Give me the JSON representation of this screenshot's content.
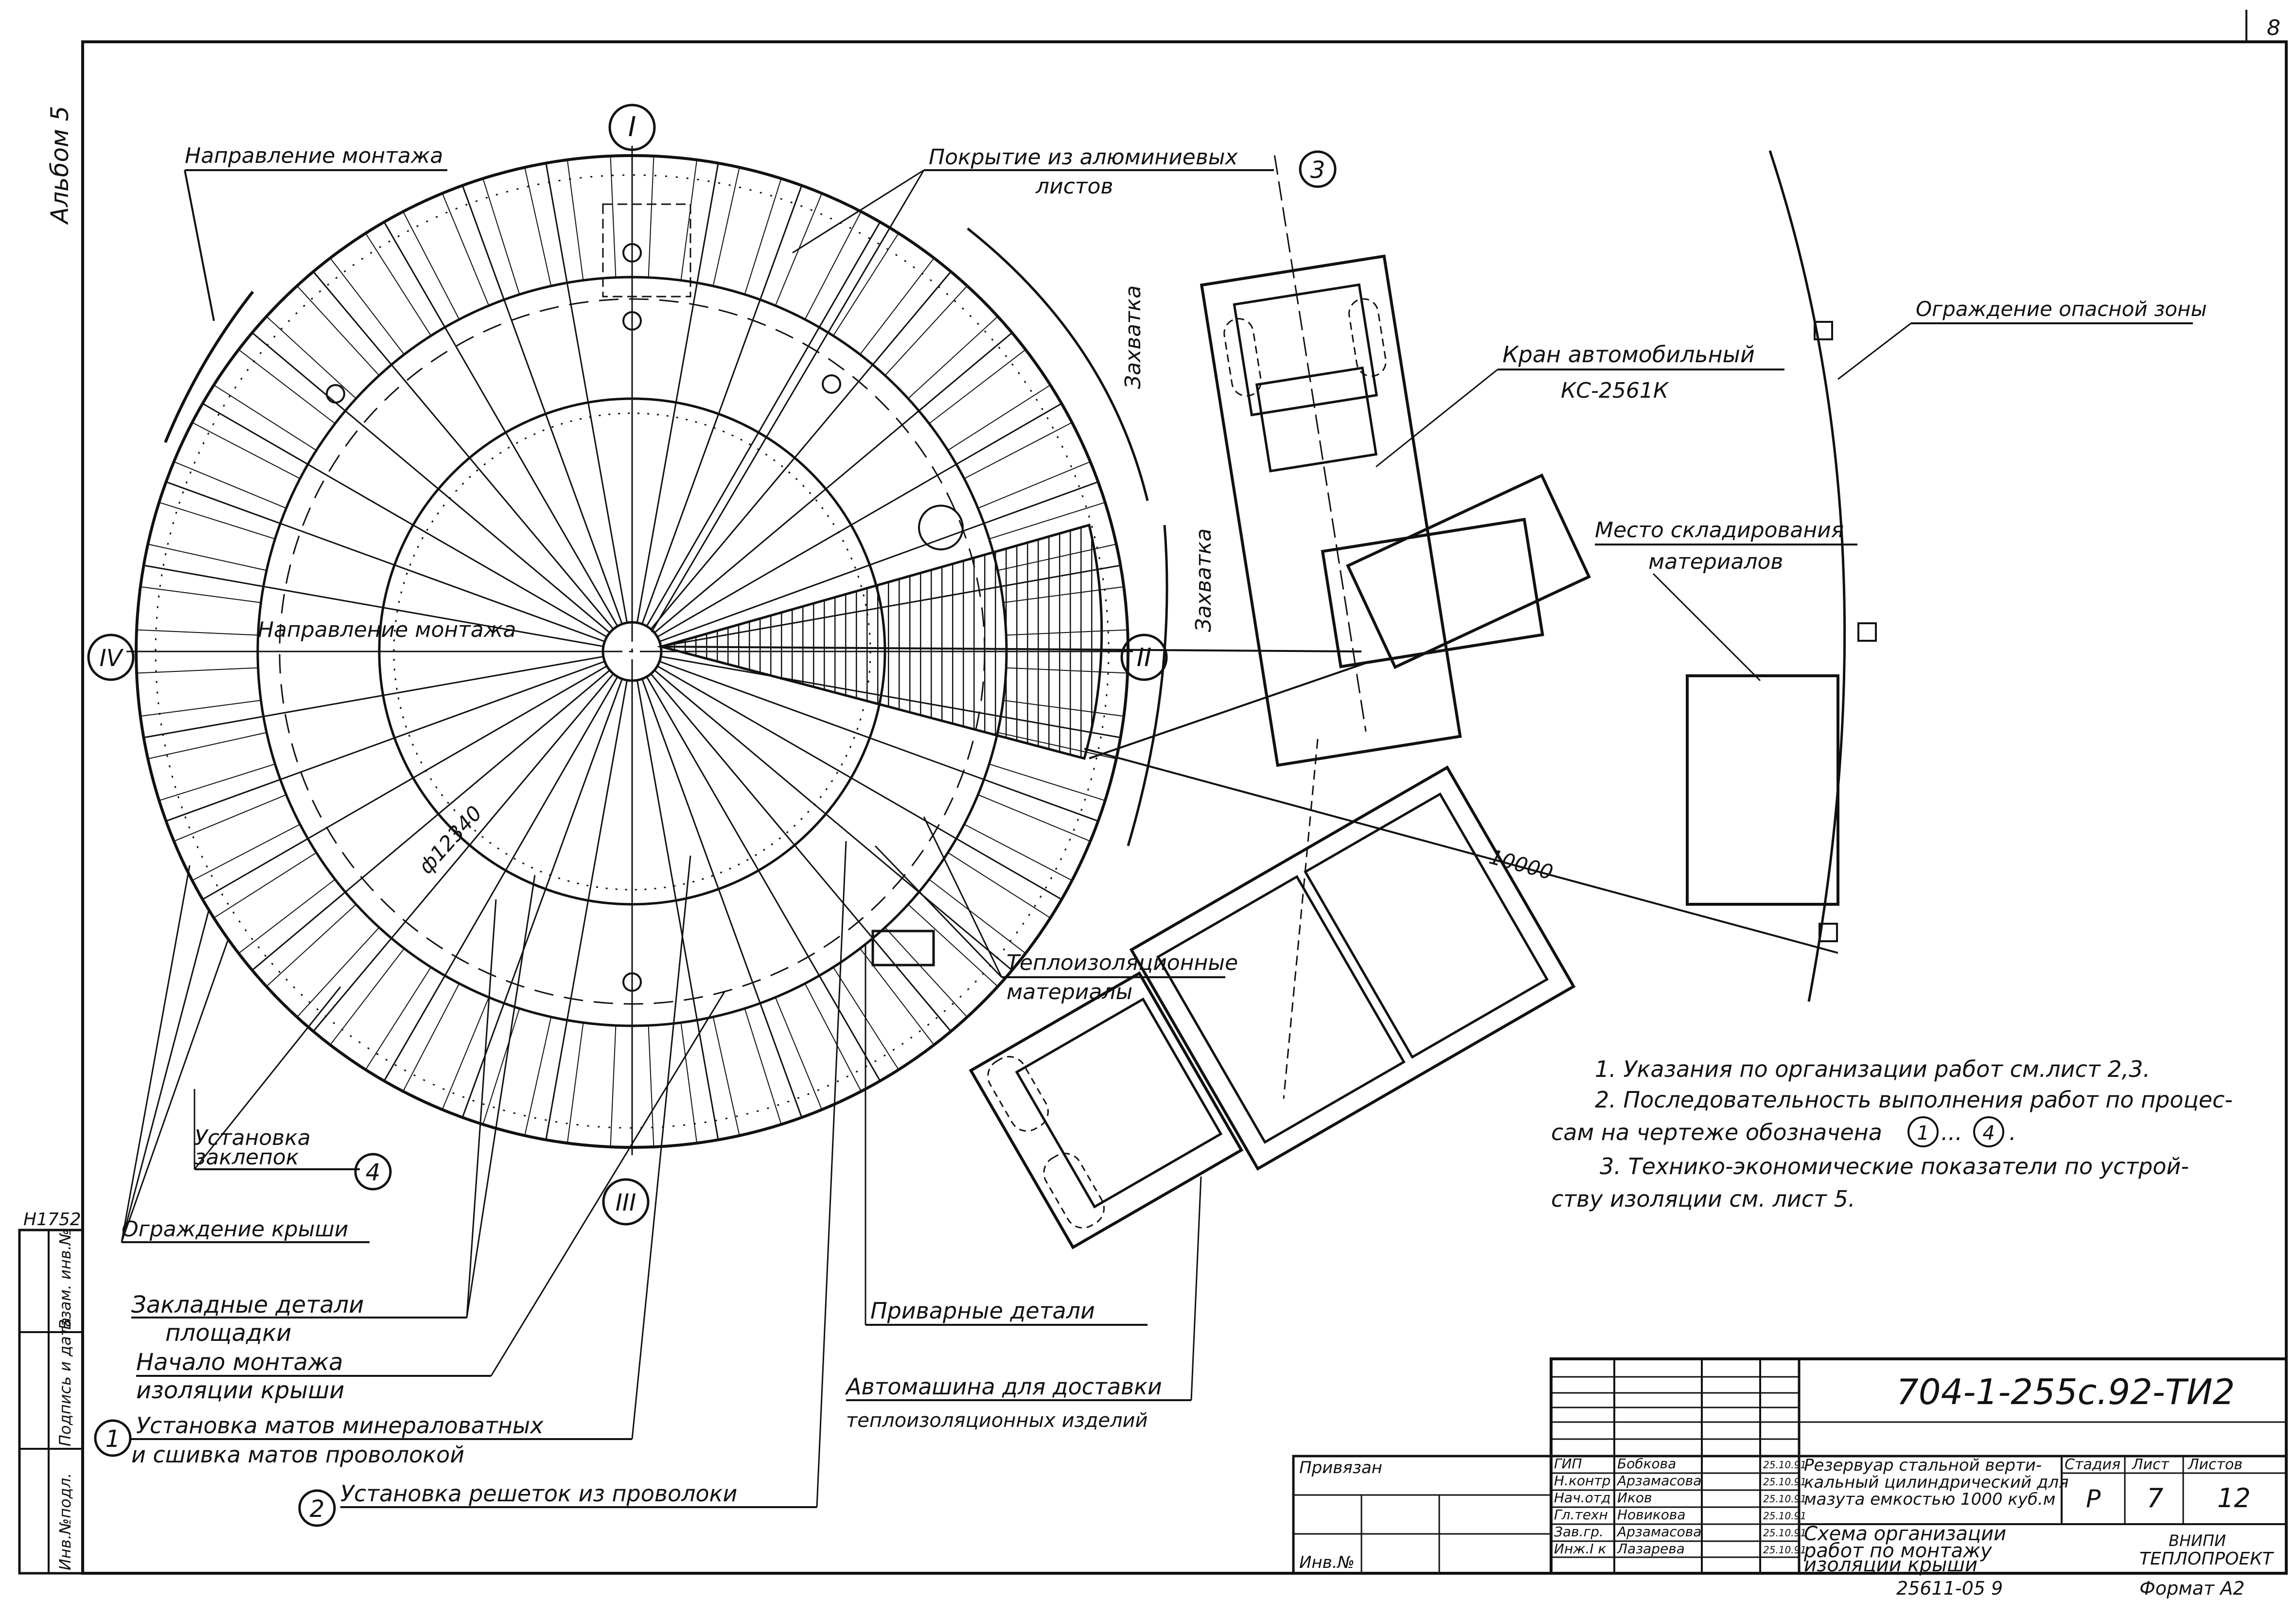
{
  "sheet": {
    "page_number": "8",
    "album": "Альбом 5",
    "side_stamp": "Н1752",
    "side_columns": [
      "Инв.№подл.",
      "Подпись и дата",
      "Взам. инв.№"
    ],
    "bottom_code": "25611-05   9",
    "format": "Формат А2"
  },
  "axes": {
    "i": "I",
    "ii": "II",
    "iii": "III",
    "iv": "IV"
  },
  "labels": {
    "mount_direction_top": "Направление монтажа",
    "mount_direction_inner": "Направление монтажа",
    "diameter": "ф12340",
    "aluminium_cover_1": "Покрытие из алюминиевых",
    "aluminium_cover_2": "листов",
    "zakhvatka_1": "Захватка",
    "zakhvatka_2": "Захватка",
    "crane_1": "Кран автомобильный",
    "crane_2": "КС-2561К",
    "danger_fence": "Ограждение опасной зоны",
    "storage_1": "Место складирования",
    "storage_2": "материалов",
    "dimension": "10000",
    "insulation_1": "Теплоизоляционные",
    "insulation_2": "материалы",
    "rivets_1": "Установка",
    "rivets_2": "заклепок",
    "roof_fence": "Ограждение крыши",
    "platform_1": "Закладные детали",
    "platform_2": "площадки",
    "start_1": "Начало монтажа",
    "start_2": "изоляции крыши",
    "mats_1": "Установка матов минераловатных",
    "mats_2": "и сшивка матов проволокой",
    "grids": "Установка решеток из проволоки",
    "welded": "Приварные детали",
    "truck_1": "Автомашина для доставки",
    "truck_2": "теплоизоляционных изделий"
  },
  "markers": {
    "m1": "1",
    "m2": "2",
    "m3": "3",
    "m4": "4"
  },
  "notes": [
    "1. Указания по организации работ см.лист 2,3.",
    "2. Последовательность выполнения работ по процес-",
    "сам на чертеже обозначена",
    "3. Технико-экономические показатели по устрой-",
    "ству изоляции см. лист 5."
  ],
  "notes_markers": {
    "from": "1",
    "sep": "...",
    "to": "4",
    "end": "."
  },
  "title_block": {
    "code": "704-1-255с.92-ТИ2",
    "privyazan": "Привязан",
    "inv": "Инв.№",
    "roles": [
      "ГИП",
      "Н.контр",
      "Нач.отд",
      "Гл.техн",
      "Зав.гр.",
      "Инж.I к"
    ],
    "names": [
      "Бобкова",
      "Арзамасова",
      "Иков",
      "Новикова",
      "Арзамасова",
      "Лазарева"
    ],
    "dates": [
      "25.10.91",
      "25.10.91",
      "25.10.91",
      "25.10.91",
      "25.10.91",
      "25.10.91"
    ],
    "object_1": "Резервуар стальной верти-",
    "object_2": "кальный цилиндрический для",
    "object_3": "мазута емкостью 1000 куб.м",
    "drawing_1": "Схема организации",
    "drawing_2": "работ по монтажу",
    "drawing_3": "изоляции крыши",
    "stage_h": "Стадия",
    "sheet_h": "Лист",
    "sheets_h": "Листов",
    "stage": "Р",
    "sheet": "7",
    "sheets": "12",
    "org_1": "ВНИПИ",
    "org_2": "ТЕПЛОПРОЕКТ"
  }
}
